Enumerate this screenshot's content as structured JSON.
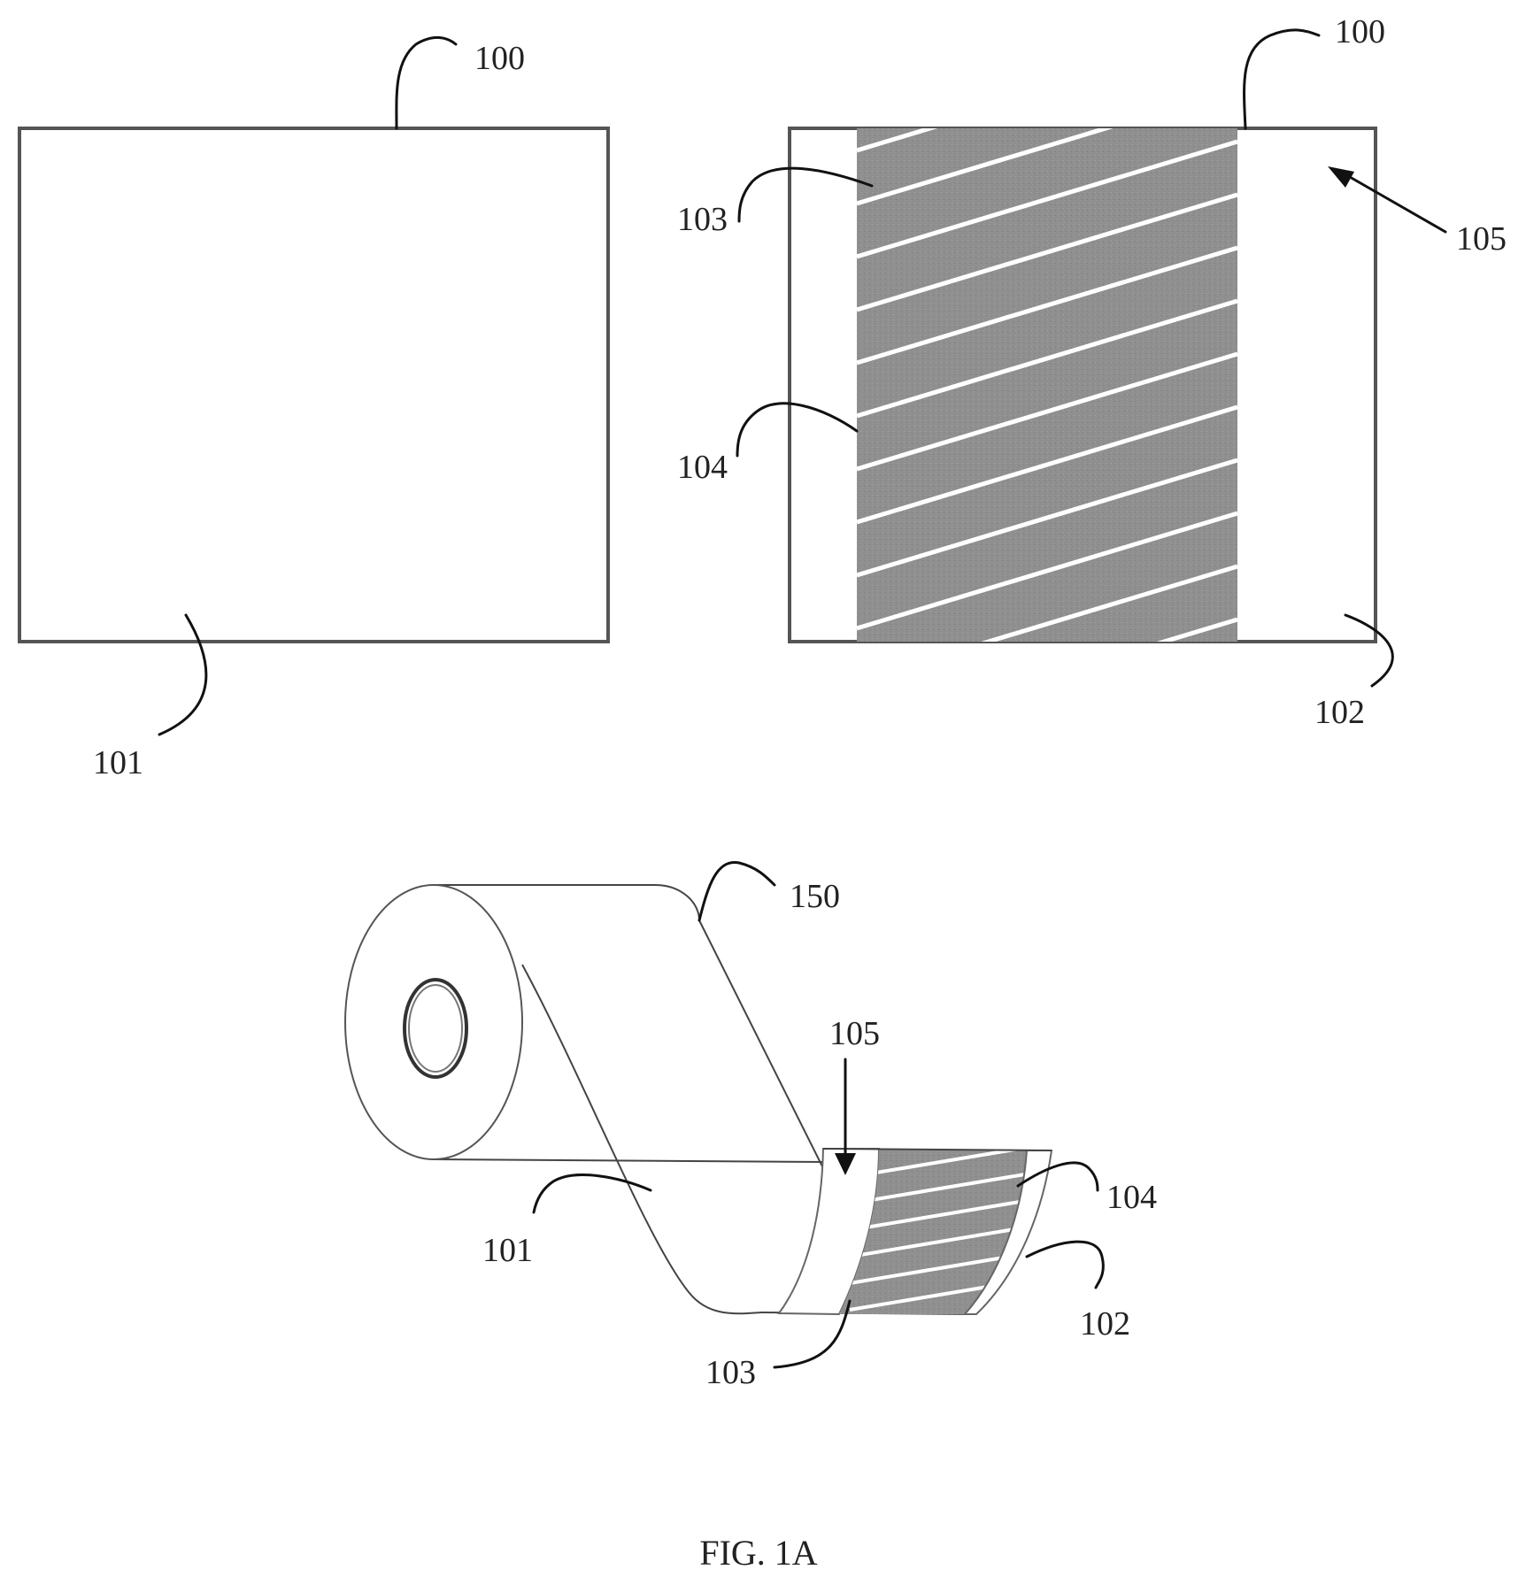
{
  "labels": {
    "fig_left_100": "100",
    "fig_left_101": "101",
    "fig_right_100": "100",
    "fig_right_103": "103",
    "fig_right_104": "104",
    "fig_right_105": "105",
    "fig_right_102": "102",
    "roll_150": "150",
    "roll_105": "105",
    "roll_104": "104",
    "roll_101": "101",
    "roll_102": "102",
    "roll_103": "103"
  },
  "caption": "FIG. 1A",
  "colors": {
    "stripe_fill": "#8f8f8f",
    "line": "#444444"
  }
}
